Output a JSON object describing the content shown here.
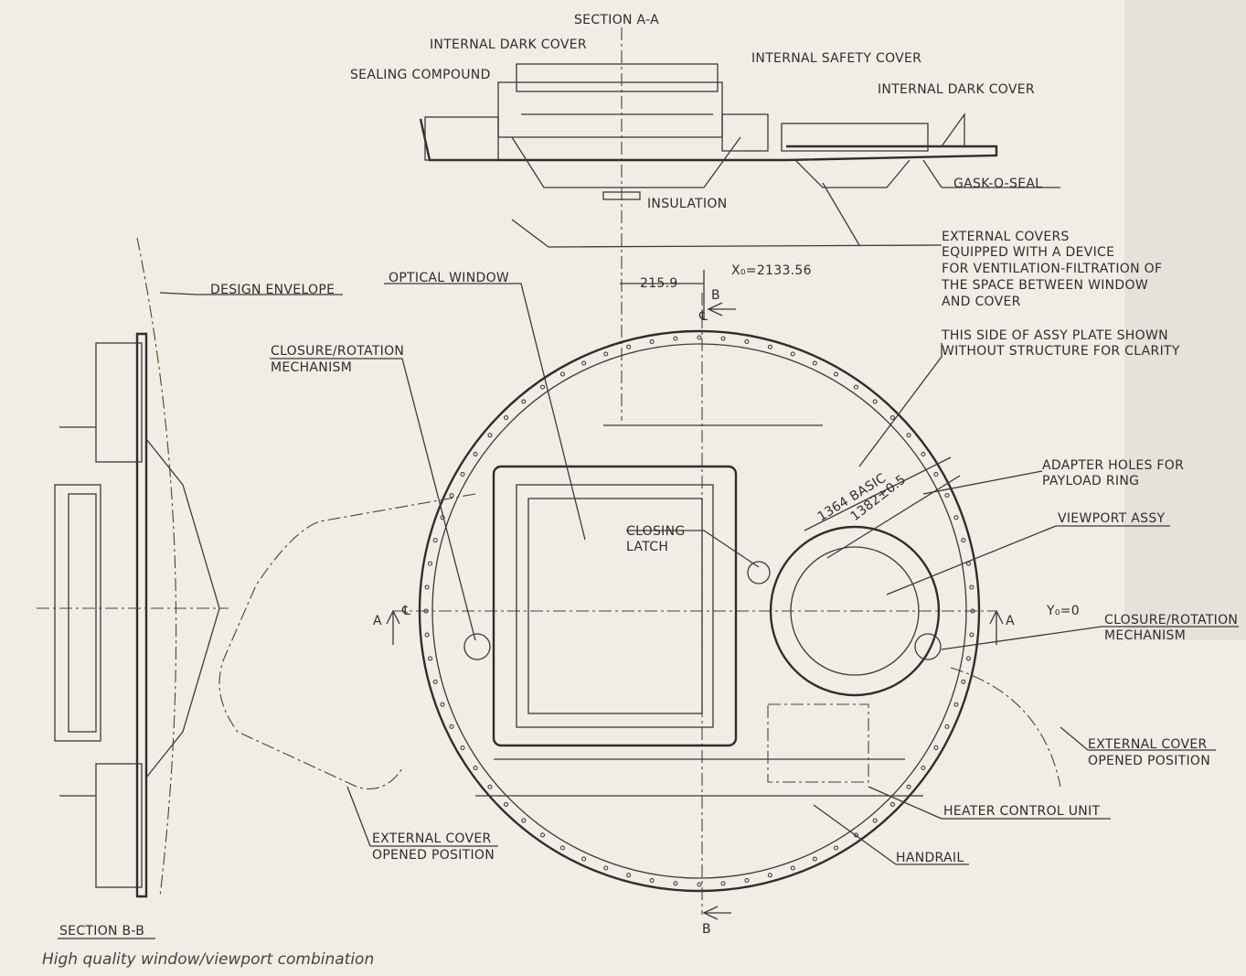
{
  "section_aa": {
    "title": "SECTION A-A",
    "internal_dark_cover_1": "INTERNAL DARK COVER",
    "sealing_compound": "SEALING COMPOUND",
    "internal_safety_cover": "INTERNAL SAFETY COVER",
    "internal_dark_cover_2": "INTERNAL DARK COVER",
    "gask_o_seal": "GASK-O-SEAL",
    "insulation": "INSULATION"
  },
  "external_covers_note": {
    "title": "EXTERNAL COVERS",
    "lines": [
      "EQUIPPED WITH A DEVICE",
      "FOR VENTILATION-FILTRATION OF",
      "THE SPACE BETWEEN WINDOW",
      "AND COVER"
    ]
  },
  "assy_plate_note": [
    "THIS SIDE OF ASSY PLATE SHOWN",
    "WITHOUT STRUCTURE FOR CLARITY"
  ],
  "plan_view": {
    "design_envelope": "DESIGN ENVELOPE",
    "optical_window": "OPTICAL WINDOW",
    "dim_215": "215.9",
    "x0": "X₀=2133.56",
    "section_marker_b": "B",
    "section_marker_a": "A",
    "centerline": "℄",
    "y0": "Y₀=0",
    "closure_rotation_left": [
      "CLOSURE/ROTATION",
      "MECHANISM"
    ],
    "closure_rotation_right": [
      "CLOSURE/ROTATION",
      "MECHANISM"
    ],
    "closing_latch": [
      "CLOSING",
      "LATCH"
    ],
    "dim_1364": "1364 BASIC",
    "dim_1382": "1382±0.5",
    "adapter_holes": [
      "ADAPTER HOLES FOR",
      "PAYLOAD RING"
    ],
    "viewport_assy": "VIEWPORT ASSY",
    "external_cover_right": [
      "EXTERNAL COVER",
      "OPENED POSITION"
    ],
    "external_cover_left": [
      "EXTERNAL COVER",
      "OPENED POSITION"
    ],
    "heater_control_unit": "HEATER CONTROL UNIT",
    "handrail": "HANDRAIL"
  },
  "section_bb": {
    "title": "SECTION B-B"
  },
  "caption": "High quality window/viewport combination"
}
